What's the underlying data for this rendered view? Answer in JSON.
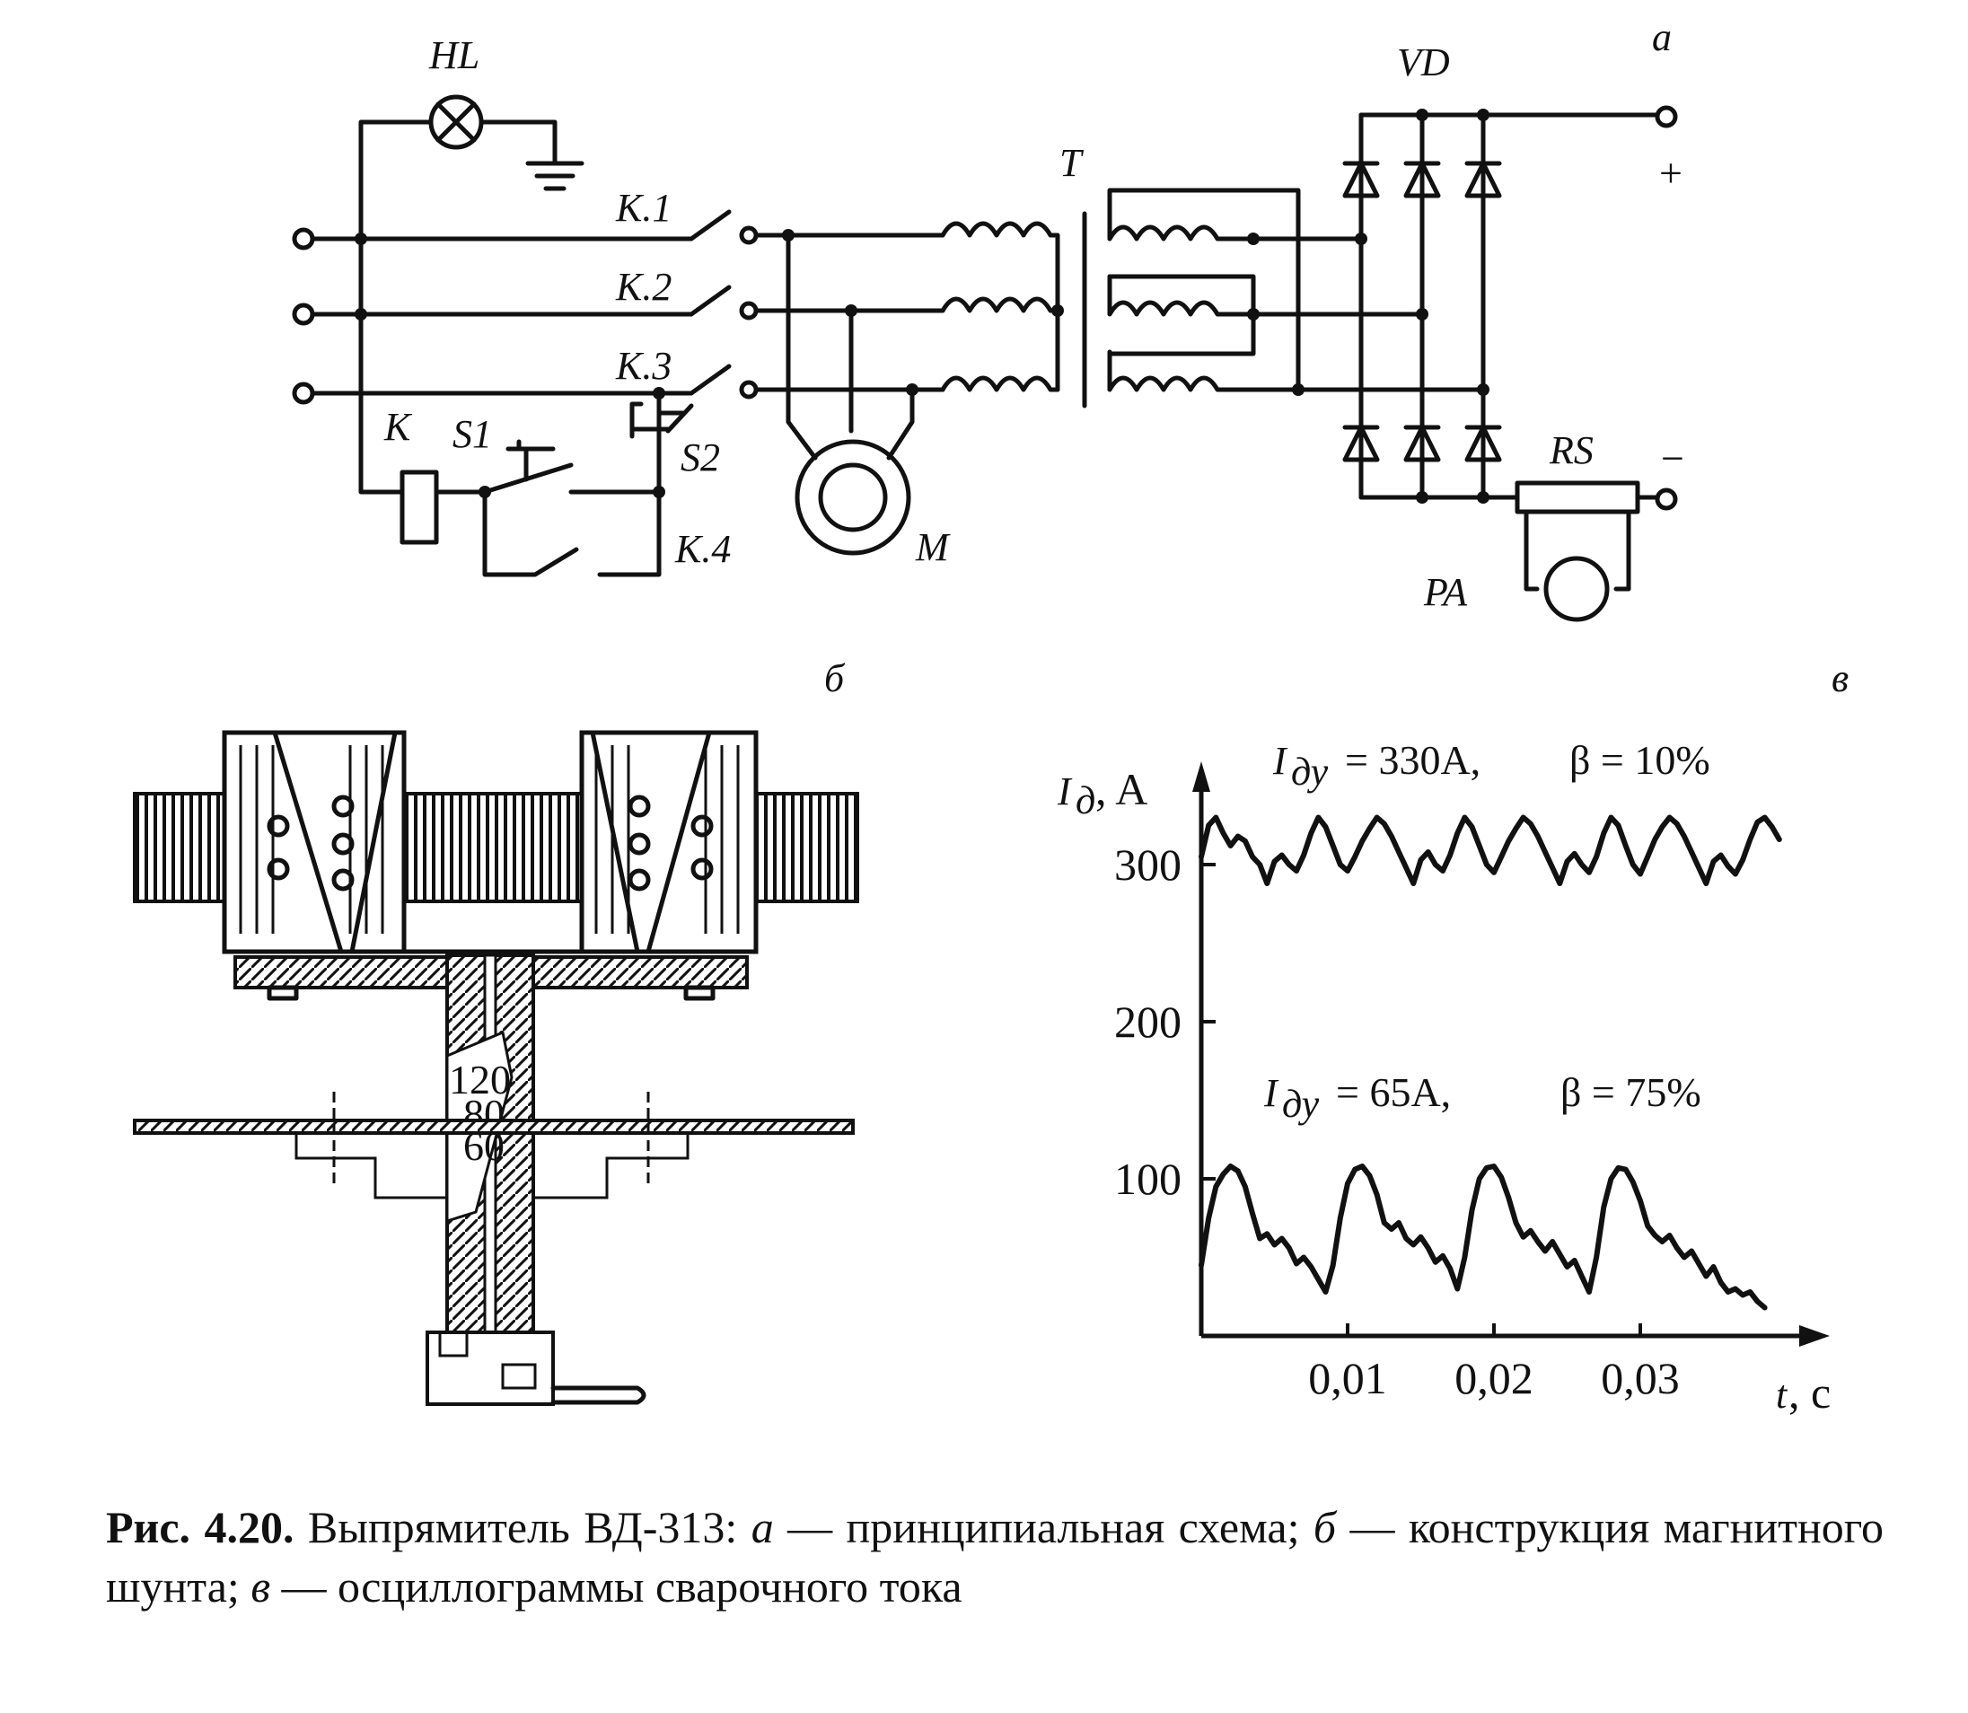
{
  "panels": {
    "a": "а",
    "b": "б",
    "v": "в"
  },
  "schematic": {
    "labels": {
      "HL": "HL",
      "K1": "K.1",
      "K2": "K.2",
      "K3": "K.3",
      "K4": "K.4",
      "K": "K",
      "S1": "S1",
      "S2": "S2",
      "M": "M",
      "T": "T",
      "VD": "VD",
      "RS": "RS",
      "PA": "PA",
      "plus": "+",
      "minus": "−"
    }
  },
  "shunt": {
    "scale_labels": [
      "120",
      "80",
      "60"
    ]
  },
  "chart_data": {
    "type": "line",
    "ylabel_main": "I",
    "ylabel_sub": "д",
    "ylabel_unit": ", A",
    "xlabel_main": "t",
    "xlabel_unit": ", c",
    "y_ticks": [
      "300",
      "200",
      "100"
    ],
    "y_tick_values": [
      300,
      200,
      100
    ],
    "x_ticks": [
      "0,01",
      "0,02",
      "0,03"
    ],
    "x_tick_values": [
      0.01,
      0.02,
      0.03
    ],
    "xlim": [
      0,
      0.04
    ],
    "ylim": [
      0,
      360
    ],
    "annotations": [
      {
        "sym": "I",
        "sub": "ду",
        "value": "= 330A,",
        "beta": "β = 10%"
      },
      {
        "sym": "I",
        "sub": "ду",
        "value": "= 65A,",
        "beta": "β = 75%"
      }
    ],
    "series": [
      {
        "x": [
          0,
          0.0005,
          0.001,
          0.0015,
          0.002,
          0.0025,
          0.003,
          0.0035,
          0.004,
          0.0045,
          0.005,
          0.0055,
          0.006,
          0.0065,
          0.007,
          0.0075,
          0.008,
          0.0085,
          0.009,
          0.0095,
          0.01,
          0.0105,
          0.011,
          0.0115,
          0.012,
          0.0125,
          0.013,
          0.0135,
          0.014,
          0.0145,
          0.015,
          0.0155,
          0.016,
          0.0165,
          0.017,
          0.0175,
          0.018,
          0.0185,
          0.019,
          0.0195,
          0.02,
          0.0205,
          0.021,
          0.0215,
          0.022,
          0.0225,
          0.023,
          0.0235,
          0.024,
          0.0245,
          0.025,
          0.0255,
          0.026,
          0.0265,
          0.027,
          0.0275,
          0.028,
          0.0285,
          0.029,
          0.0295,
          0.03,
          0.0305,
          0.031,
          0.0315,
          0.032,
          0.0325,
          0.033,
          0.0335,
          0.034,
          0.0345,
          0.035,
          0.0355,
          0.036,
          0.0365,
          0.037,
          0.0375,
          0.038,
          0.0385,
          0.039,
          0.0395
        ],
        "y": [
          305,
          325,
          330,
          320,
          312,
          318,
          315,
          305,
          300,
          288,
          302,
          306,
          300,
          296,
          306,
          320,
          330,
          324,
          312,
          300,
          296,
          305,
          315,
          323,
          330,
          326,
          318,
          308,
          298,
          288,
          303,
          308,
          300,
          296,
          306,
          320,
          330,
          324,
          312,
          300,
          295,
          305,
          315,
          323,
          330,
          326,
          318,
          308,
          298,
          288,
          302,
          307,
          300,
          295,
          305,
          320,
          330,
          325,
          312,
          300,
          294,
          305,
          316,
          324,
          330,
          326,
          318,
          308,
          298,
          288,
          302,
          306,
          299,
          294,
          303,
          316,
          327,
          330,
          324,
          316
        ]
      },
      {
        "x": [
          0,
          0.0005,
          0.001,
          0.0015,
          0.002,
          0.0025,
          0.003,
          0.0035,
          0.004,
          0.0045,
          0.005,
          0.0055,
          0.006,
          0.0065,
          0.007,
          0.0075,
          0.008,
          0.0085,
          0.009,
          0.0095,
          0.01,
          0.0105,
          0.011,
          0.0115,
          0.012,
          0.0125,
          0.013,
          0.0135,
          0.014,
          0.0145,
          0.015,
          0.0155,
          0.016,
          0.0165,
          0.017,
          0.0175,
          0.018,
          0.0185,
          0.019,
          0.0195,
          0.02,
          0.0205,
          0.021,
          0.0215,
          0.022,
          0.0225,
          0.023,
          0.0235,
          0.024,
          0.0245,
          0.025,
          0.0255,
          0.026,
          0.0265,
          0.027,
          0.0275,
          0.028,
          0.0285,
          0.029,
          0.0295,
          0.03,
          0.0305,
          0.031,
          0.0315,
          0.032,
          0.0325,
          0.033,
          0.0335,
          0.034,
          0.0345,
          0.035,
          0.0355,
          0.036,
          0.0365,
          0.037,
          0.0375,
          0.038,
          0.0385
        ],
        "y": [
          45,
          75,
          95,
          103,
          108,
          105,
          95,
          78,
          62,
          65,
          58,
          62,
          56,
          46,
          50,
          44,
          36,
          28,
          45,
          75,
          97,
          106,
          108,
          102,
          90,
          72,
          68,
          72,
          62,
          58,
          63,
          56,
          47,
          51,
          43,
          30,
          50,
          80,
          100,
          107,
          108,
          101,
          88,
          72,
          63,
          67,
          60,
          54,
          60,
          52,
          44,
          48,
          38,
          28,
          50,
          82,
          100,
          107,
          106,
          98,
          86,
          70,
          64,
          60,
          64,
          56,
          50,
          54,
          46,
          38,
          44,
          34,
          28,
          30,
          26,
          28,
          22,
          18
        ]
      }
    ]
  },
  "caption": {
    "fig_num": "Рис. 4.20.",
    "text_1": " Выпрямитель ВД-313: ",
    "a": "а",
    "text_2": " — принципиальная схема; ",
    "b": "б",
    "text_3": " — конструкция магнитного шунта; ",
    "v": "в",
    "text_4": " — осциллограммы сварочного тока"
  }
}
